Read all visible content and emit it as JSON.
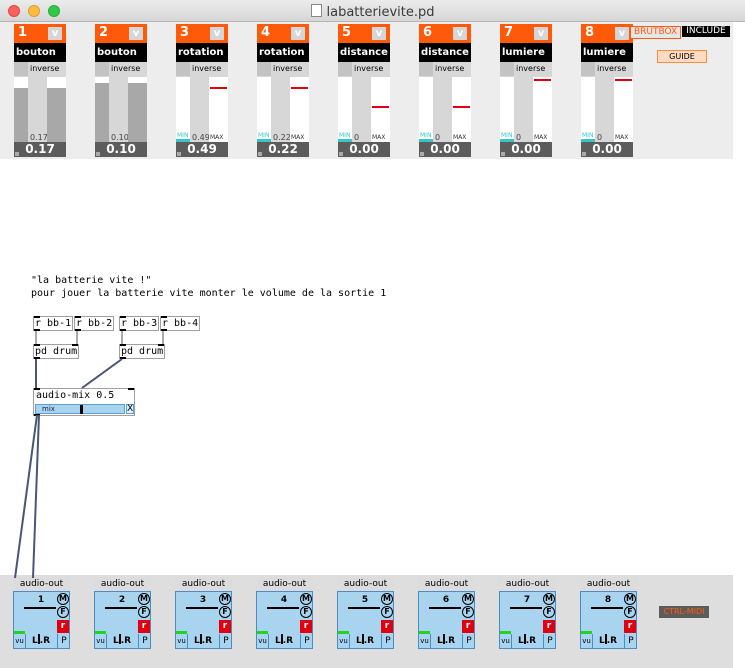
{
  "window": {
    "title": "labatterievite.pd",
    "controls": [
      "close",
      "minimize",
      "maximize"
    ]
  },
  "sensors": [
    {
      "num": "1",
      "v": "v",
      "label": "bouton",
      "inverse": "inverse",
      "value": "0.17",
      "small_value": "0.17",
      "level": 0.83,
      "mode": "button"
    },
    {
      "num": "2",
      "v": "v",
      "label": "bouton",
      "inverse": "inverse",
      "value": "0.10",
      "small_value": "0.10",
      "level": 0.9,
      "mode": "button"
    },
    {
      "num": "3",
      "v": "v",
      "label": "rotation",
      "inverse": "inverse",
      "value": "0.49",
      "small_value": "0.49",
      "min_label": "MIN",
      "max_label": "MAX",
      "level": 0.08,
      "marker": 0.85,
      "mode": "range"
    },
    {
      "num": "4",
      "v": "v",
      "label": "rotation",
      "inverse": "inverse",
      "value": "0.22",
      "small_value": "0.22",
      "min_label": "MIN",
      "max_label": "MAX",
      "level": 0.08,
      "marker": 0.85,
      "mode": "range"
    },
    {
      "num": "5",
      "v": "v",
      "label": "distance",
      "inverse": "inverse",
      "value": "0.00",
      "small_value": "0",
      "min_label": "MIN",
      "max_label": "MAX",
      "level": 0.03,
      "marker": 0.55,
      "mode": "range"
    },
    {
      "num": "6",
      "v": "v",
      "label": "distance",
      "inverse": "inverse",
      "value": "0.00",
      "small_value": "0",
      "min_label": "MIN",
      "max_label": "MAX",
      "level": 0.03,
      "marker": 0.55,
      "mode": "range"
    },
    {
      "num": "7",
      "v": "v",
      "label": "lumiere",
      "inverse": "inverse",
      "value": "0.00",
      "small_value": "0",
      "min_label": "MIN",
      "max_label": "MAX",
      "level": 0.03,
      "marker": 0.97,
      "mode": "range"
    },
    {
      "num": "8",
      "v": "v",
      "label": "lumiere",
      "inverse": "inverse",
      "value": "0.00",
      "small_value": "0",
      "min_label": "MIN",
      "max_label": "MAX",
      "level": 0.03,
      "marker": 0.97,
      "mode": "range"
    }
  ],
  "brutbox": "BRUTBOX",
  "include": "INCLUDE",
  "guide": "GUIDE",
  "comment_line1": "\"la batterie vite !\"",
  "comment_line2": "pour jouer la batterie vite monter le volume de la sortie 1",
  "objects": {
    "r1": "r bb-1",
    "r2": "r bb-2",
    "r3": "r bb-3",
    "r4": "r bb-4",
    "drum1": "pd drum",
    "drum2": "pd drum",
    "mix": "audio-mix 0.5",
    "mix_slider_label": "mix",
    "mix_close": "X",
    "mix_level": 0.5
  },
  "audio_outs": [
    {
      "title": "audio-out",
      "num": "1",
      "m": "M",
      "f": "F",
      "r": "r",
      "p": "P",
      "vu": "vu",
      "lr_left": "L",
      "lr_right": "R"
    },
    {
      "title": "audio-out",
      "num": "2",
      "m": "M",
      "f": "F",
      "r": "r",
      "p": "P",
      "vu": "vu",
      "lr_left": "L",
      "lr_right": "R"
    },
    {
      "title": "audio-out",
      "num": "3",
      "m": "M",
      "f": "F",
      "r": "r",
      "p": "P",
      "vu": "vu",
      "lr_left": "L",
      "lr_right": "R"
    },
    {
      "title": "audio-out",
      "num": "4",
      "m": "M",
      "f": "F",
      "r": "r",
      "p": "P",
      "vu": "vu",
      "lr_left": "L",
      "lr_right": "R"
    },
    {
      "title": "audio-out",
      "num": "5",
      "m": "M",
      "f": "F",
      "r": "r",
      "p": "P",
      "vu": "vu",
      "lr_left": "L",
      "lr_right": "R"
    },
    {
      "title": "audio-out",
      "num": "6",
      "m": "M",
      "f": "F",
      "r": "r",
      "p": "P",
      "vu": "vu",
      "lr_left": "L",
      "lr_right": "R"
    },
    {
      "title": "audio-out",
      "num": "7",
      "m": "M",
      "f": "F",
      "r": "r",
      "p": "P",
      "vu": "vu",
      "lr_left": "L",
      "lr_right": "R"
    },
    {
      "title": "audio-out",
      "num": "8",
      "m": "M",
      "f": "F",
      "r": "r",
      "p": "P",
      "vu": "vu",
      "lr_left": "L",
      "lr_right": "R"
    }
  ],
  "ctrl_midi": "CTRL-MIDI",
  "colors": {
    "orange": "#ff5a0a",
    "blue": "#a8d4f0",
    "red": "#e00010",
    "cyan": "#36c6c6"
  }
}
